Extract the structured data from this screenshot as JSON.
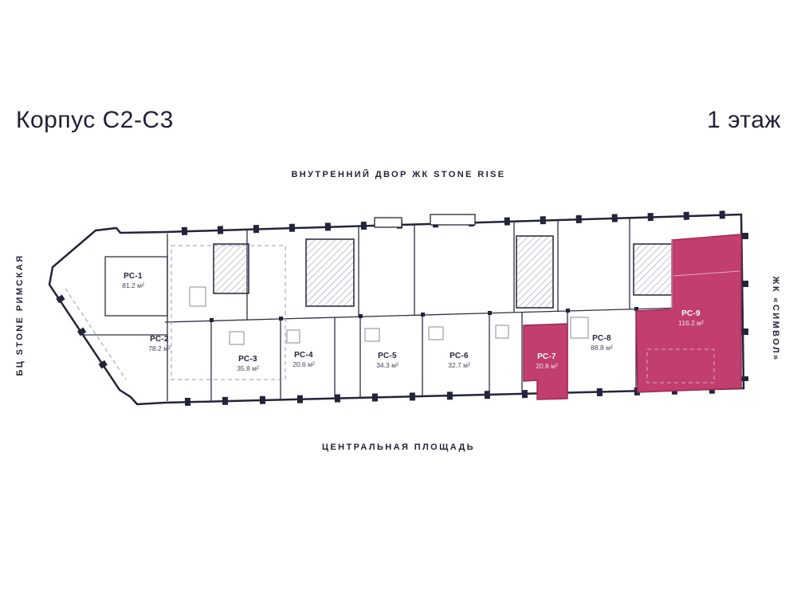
{
  "header": {
    "title": "Корпус С2-С3",
    "floor": "1 этаж"
  },
  "surroundings": {
    "top": "ВНУТРЕННИЙ ДВОР ЖК STONE RISE",
    "bottom": "ЦЕНТРАЛЬНАЯ ПЛОЩАДЬ",
    "left": "БЦ STONE РИМСКАЯ",
    "right": "ЖК «СИМВОЛ»"
  },
  "colors": {
    "highlight": "#c13e6e",
    "line": "#23233b",
    "text": "#1f1f35"
  },
  "units": [
    {
      "id": "pc-1",
      "name": "РС-1",
      "area": "81.2 м²",
      "highlighted": false
    },
    {
      "id": "pc-2",
      "name": "РС-2",
      "area": "78.2 м²",
      "highlighted": false
    },
    {
      "id": "pc-3",
      "name": "РС-3",
      "area": "35.8 м²",
      "highlighted": false
    },
    {
      "id": "pc-4",
      "name": "РС-4",
      "area": "20.6 м²",
      "highlighted": false
    },
    {
      "id": "pc-5",
      "name": "РС-5",
      "area": "34.3 м²",
      "highlighted": false
    },
    {
      "id": "pc-6",
      "name": "РС-6",
      "area": "32.7 м²",
      "highlighted": false
    },
    {
      "id": "pc-7",
      "name": "РС-7",
      "area": "20.8 м²",
      "highlighted": true
    },
    {
      "id": "pc-8",
      "name": "РС-8",
      "area": "88.8 м²",
      "highlighted": false
    },
    {
      "id": "pc-9",
      "name": "РС-9",
      "area": "116.2 м²",
      "highlighted": true
    }
  ]
}
